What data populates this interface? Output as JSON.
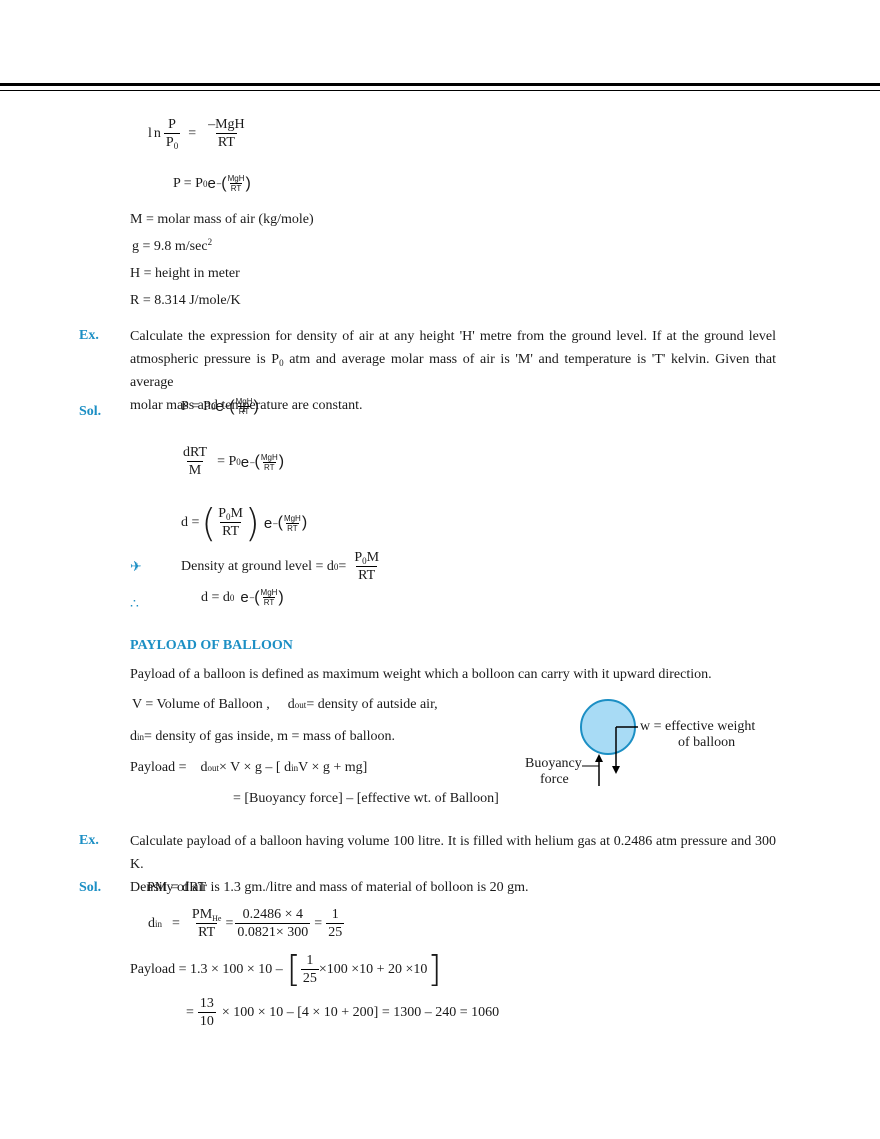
{
  "eq1": {
    "ln": "ln",
    "num_left": "P",
    "den_left": "P",
    "den_sub": "0",
    "eq": "=",
    "num_right": "–MgH",
    "den_right": "RT"
  },
  "eq2": {
    "lhs": "P = P",
    "sub": "0",
    "e": "e",
    "minus": "–",
    "exp_num": "MgH",
    "exp_den": "RT"
  },
  "defs": [
    "M = molar mass of air (kg/mole)",
    "g = 9.8 m/sec",
    "H = height in meter",
    "R = 8.314 J/mole/K"
  ],
  "defs_g_sup": "2",
  "ex1": {
    "label": "Ex.",
    "line1": "Calculate the expression for density of air at any height 'H' metre from the ground level. If at the ground level",
    "line2_a": "atmospheric pressure is P",
    "line2_sub": "0",
    "line2_b": " atm and average molar mass of air is 'M' and temperature is 'T' kelvin. Given that average",
    "line3": "molar mass and temperature are constant."
  },
  "sol1": {
    "label": "Sol.",
    "s1_lhs": "P = P",
    "s1_sub": "0",
    "s2_num": "dRT",
    "s2_den": "M",
    "s2_rhs": "= P",
    "s2_sub": "0",
    "s3_lhs": "d =",
    "s3_num": "P",
    "s3_num_sub": "0",
    "s3_num_b": "M",
    "s3_den": "RT",
    "arrow": "✈",
    "s4_text": "Density at ground level = d",
    "s4_sub": "0",
    "s4_eq": " =",
    "s4_num": "P",
    "s4_num_sub": "0",
    "s4_num_b": "M",
    "s4_den": "RT",
    "therefore": "∴",
    "s5_lhs": "d = d",
    "s5_sub": "0",
    "exp_num": "MgH",
    "exp_den": "RT",
    "e": "e",
    "minus": "–"
  },
  "payload": {
    "heading": "PAYLOAD OF BALLOON",
    "definition": "Payload of a balloon is defined as maximum weight which a bolloon can carry with it upward direction.",
    "v_def": "V = Volume of Balloon ,",
    "dout_a": "d",
    "dout_sub": "out",
    "dout_b": " = density of autside air,",
    "din_a": "d",
    "din_sub": "in",
    "din_b": " = density of gas inside,   m = mass of balloon.",
    "formula_lbl": "Payload =",
    "formula_a": "d",
    "formula_sub": "out",
    "formula_b": " ×  V ×  g   –  [ d",
    "formula_sub2": "in",
    "formula_c": " V ×  g + mg]",
    "formula2": "= [Buoyancy force] – [effective wt. of Balloon]",
    "diagram": {
      "w_label_1": "w = effective weight",
      "w_label_2": "of balloon",
      "b_label_1": "Buoyancy",
      "b_label_2": "force",
      "fill": "#a8dbf5",
      "stroke": "#1c8fc4"
    }
  },
  "ex2": {
    "label": "Ex.",
    "line1": "Calculate payload of a balloon having volume 100 litre. It  is filled with helium gas at 0.2486 atm pressure  and 300 K.",
    "line2": "Density of air is 1.3 gm./litre and mass of material of bolloon is 20 gm."
  },
  "sol2": {
    "label": "Sol.",
    "l1": "PM = dRT",
    "din_a": "d",
    "din_sub": "in",
    "eq": "=",
    "f1_num": "PM",
    "f1_num_sub": "He",
    "f1_den": "RT",
    "f2_num": "0.2486 × 4",
    "f2_den": "0.0821× 300",
    "f3_num": "1",
    "f3_den": "25",
    "p_lbl": "Payload = 1.3 × 100 × 10 –",
    "p_num": "1",
    "p_den": "25",
    "p_rest": "×100 ×10 + 20 ×10",
    "last_eq": "=",
    "last_num": "13",
    "last_den": "10",
    "last_rest": "× 100 × 10 – [4 × 10 + 200] = 1300 – 240 = 1060"
  },
  "colors": {
    "accent": "#1c8fc4"
  }
}
